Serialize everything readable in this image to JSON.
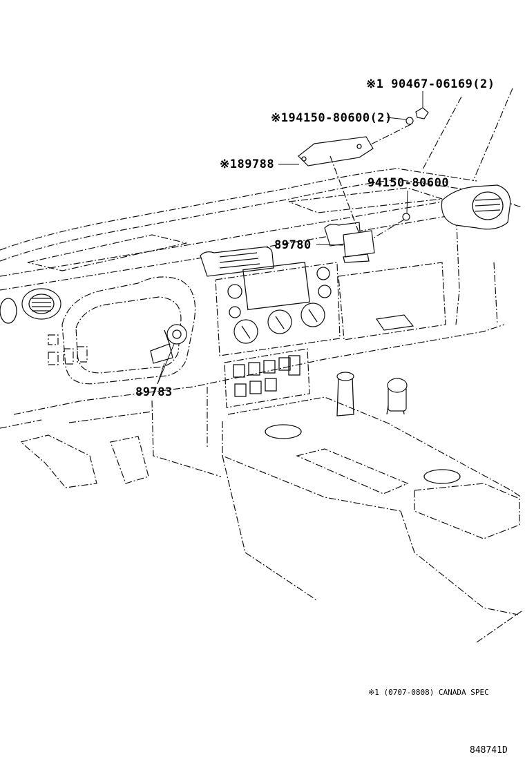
{
  "callouts": {
    "p1": "※1 90467-06169(2)",
    "p2": "※194150-80600(2)",
    "p3": "※189788",
    "p4": "94150-80600",
    "p5": "89780",
    "p6": "89783"
  },
  "footnote": "※1 (0707-0808) CANADA SPEC",
  "drawing_id": "848741D"
}
